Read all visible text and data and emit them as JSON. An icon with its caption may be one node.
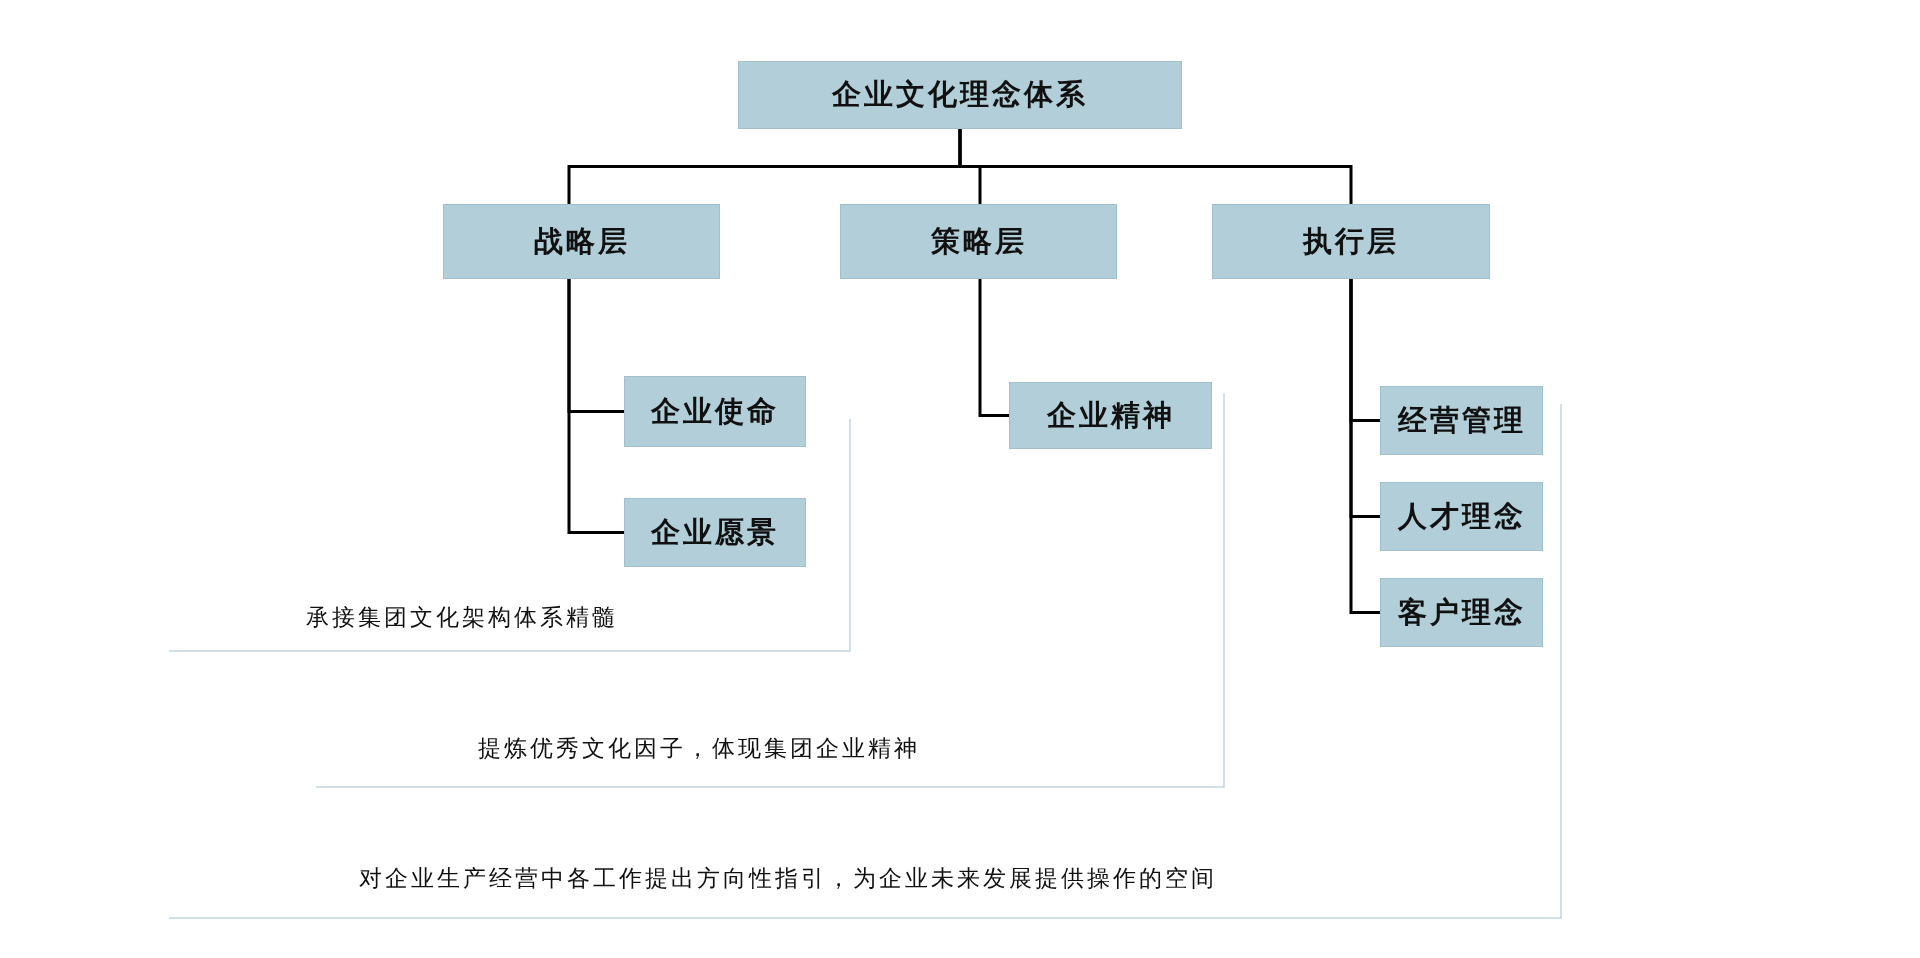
{
  "diagram": {
    "nodes": [
      {
        "text": [
          "企业文化理念体系"
        ]
      },
      {
        "text": [
          "战略层"
        ]
      },
      {
        "text": [
          "策略层"
        ]
      },
      {
        "text": [
          "执行层"
        ]
      },
      {
        "text": [
          "企业使命"
        ]
      },
      {
        "text": [
          "企业愿景"
        ]
      },
      {
        "text": [
          "企业精神"
        ]
      },
      {
        "text": [
          "经营管理"
        ]
      },
      {
        "text": [
          "人才理念"
        ]
      },
      {
        "text": [
          "客户理念"
        ]
      }
    ],
    "edges": [
      {
        "from": 0,
        "to": 1,
        "arrow": "none"
      },
      {
        "from": 0,
        "to": 2,
        "arrow": "none"
      },
      {
        "from": 0,
        "to": 3,
        "arrow": "none"
      },
      {
        "from": 1,
        "to": 4,
        "arrow": "none"
      },
      {
        "from": 1,
        "to": 5,
        "arrow": "none"
      },
      {
        "from": 2,
        "to": 6,
        "arrow": "none"
      },
      {
        "from": 3,
        "to": 7,
        "arrow": "none"
      },
      {
        "from": 3,
        "to": 8,
        "arrow": "none"
      },
      {
        "from": 3,
        "to": 9,
        "arrow": "none"
      }
    ],
    "labels": [
      "承接集团文化架构体系精髓",
      "提炼优秀文化因子，体现集团企业精神",
      "对企业生产经营中各工作提出方向性指引，为企业未来发展提供操作的空间"
    ]
  }
}
